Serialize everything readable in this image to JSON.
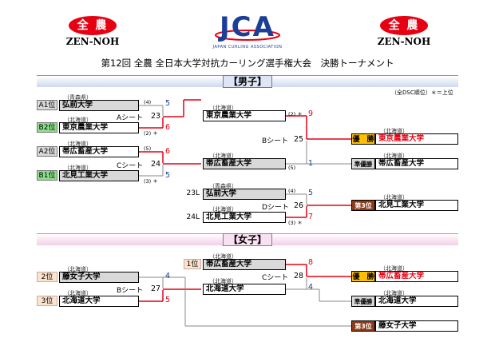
{
  "logos": {
    "left_badge": "全 農",
    "left_text": "ZEN-NOH",
    "center_letters": "JCA",
    "center_sub": "JAPAN CURLING ASSOCIATION",
    "right_badge": "全 農",
    "right_text": "ZEN-NOH"
  },
  "title": "第12回 全農 全日本大学対抗カーリング選手権大会　決勝トーナメント",
  "colors": {
    "red": "#e60012",
    "blue": "#1b3f97",
    "gold": "#ffc000",
    "brown": "#8b3b18"
  },
  "men": {
    "label": "【男子】",
    "note": "（全DSC順位）＊＝上位",
    "seeds": [
      "A1位",
      "B2位",
      "A2位",
      "B1位"
    ],
    "teams": [
      {
        "pref": "（青森県）",
        "name": "弘前大学"
      },
      {
        "pref": "（北海道）",
        "name": "東京農業大学"
      },
      {
        "pref": "（北海道）",
        "name": "帯広畜産大学"
      },
      {
        "pref": "（北海道）",
        "name": "北見工業大学"
      }
    ],
    "orders": [
      "(4)",
      "(2) ＊",
      "(5)",
      "(3) ＊"
    ],
    "sheetA": {
      "label": "Aシート",
      "total": "23",
      "top": "5",
      "bottom": "6"
    },
    "sheetC": {
      "label": "Cシート",
      "total": "24",
      "top": "6",
      "bottom": "5"
    },
    "semi": [
      {
        "pref": "（北海道）",
        "name": "東京農業大学",
        "order": "(2) ＊",
        "score": "9"
      },
      {
        "pref": "（北海道）",
        "name": "帯広畜産大学",
        "order": "(5)",
        "score": "1"
      }
    ],
    "sheetB": {
      "label": "Bシート",
      "total": "25"
    },
    "third_match": [
      {
        "seed": "23L",
        "pref": "（青森県）",
        "name": "弘前大学",
        "order": "(4)",
        "score": "5"
      },
      {
        "seed": "24L",
        "pref": "（北海道）",
        "name": "北見工業大学",
        "order": "(3) ＊",
        "score": "7"
      }
    ],
    "sheetD": {
      "label": "Dシート",
      "total": "26"
    },
    "results": [
      {
        "place": "優　勝",
        "pref": "（北海道）",
        "name": "東京農業大学"
      },
      {
        "place": "準優勝",
        "pref": "（北海道）",
        "name": "帯広畜産大学"
      },
      {
        "place": "第3位",
        "pref": "（北海道）",
        "name": "北見工業大学"
      }
    ]
  },
  "women": {
    "label": "【女子】",
    "first": [
      {
        "seed": "2位",
        "pref": "（北海道）",
        "name": "藤女子大学",
        "score": "4"
      },
      {
        "seed": "3位",
        "pref": "（北海道）",
        "name": "北海道大学",
        "score": "5"
      }
    ],
    "sheetB": {
      "label": "Bシート",
      "total": "27"
    },
    "final": [
      {
        "seed": "1位",
        "pref": "（北海道）",
        "name": "帯広畜産大学",
        "score": "8"
      },
      {
        "pref": "（北海道）",
        "name": "北海道大学",
        "score": "4"
      }
    ],
    "sheetC": {
      "label": "Cシート",
      "total": "28"
    },
    "results": [
      {
        "place": "優　勝",
        "pref": "（北海道）",
        "name": "帯広畜産大学"
      },
      {
        "place": "準優勝",
        "pref": "（北海道）",
        "name": "北海道大学"
      },
      {
        "place": "第3位",
        "pref": "",
        "name": "藤女子大学"
      }
    ]
  }
}
